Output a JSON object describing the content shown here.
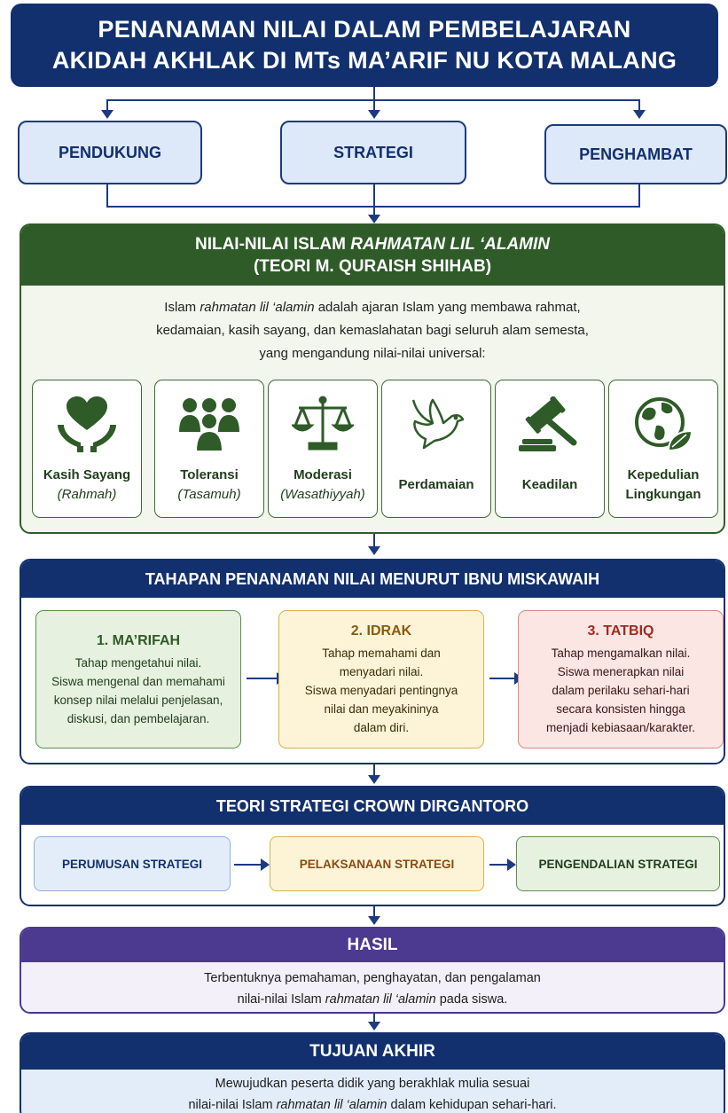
{
  "title": {
    "line1": "PENANAMAN NILAI DALAM PEMBELAJARAN",
    "line2": "AKIDAH AKHLAK DI MTs MA’ARIF NU KOTA MALANG"
  },
  "factors": [
    "PENDUKUNG",
    "STRATEGI",
    "PENGHAMBAT"
  ],
  "islam_values": {
    "title_prefix": "NILAI-NILAI ISLAM ",
    "title_italic": "RAHMATAN LIL ‘ALAMIN",
    "subtitle": "(TEORI M. QURAISH SHIHAB)",
    "desc_part1": "Islam ",
    "desc_italic": "rahmatan lil ‘alamin",
    "desc_part2": " adalah ajaran Islam yang membawa rahmat,",
    "desc_line2": "kedamaian, kasih sayang, dan kemaslahatan bagi seluruh alam semesta,",
    "desc_line3": "yang mengandung nilai-nilai universal:",
    "cards": [
      {
        "icon": "heart-hands-icon",
        "label": "Kasih Sayang",
        "sub": "(Rahmah)"
      },
      {
        "icon": "people-group-icon",
        "label": "Toleransi",
        "sub": "(Tasamuh)"
      },
      {
        "icon": "balance-scale-icon",
        "label": "Moderasi",
        "sub": "(Wasathiyyah)"
      },
      {
        "icon": "dove-icon",
        "label": "Perdamaian",
        "sub": ""
      },
      {
        "icon": "gavel-icon",
        "label": "Keadilan",
        "sub": ""
      },
      {
        "icon": "globe-leaf-icon",
        "label": "Kepedulian",
        "sub": "Lingkungan"
      }
    ]
  },
  "stages": {
    "title": "TAHAPAN PENANAMAN NILAI MENURUT IBNU MISKAWAIH",
    "items": [
      {
        "title": "1. MA’RIFAH",
        "lines": [
          "Tahap mengetahui nilai.",
          "Siswa mengenal dan memahami",
          "konsep nilai melalui penjelasan,",
          "diskusi, dan pembelajaran."
        ]
      },
      {
        "title": "2. IDRAK",
        "lines": [
          "Tahap memahami dan",
          "menyadari nilai.",
          "Siswa menyadari pentingnya",
          "nilai dan meyakininya",
          "dalam diri."
        ]
      },
      {
        "title": "3. TATBIQ",
        "lines": [
          "Tahap mengamalkan nilai.",
          "Siswa menerapkan nilai",
          "dalam perilaku sehari-hari",
          "secara konsisten hingga",
          "menjadi kebiasaan/karakter."
        ]
      }
    ]
  },
  "strategy": {
    "title": "TEORI STRATEGI CROWN DIRGANTORO",
    "items": [
      "PERUMUSAN STRATEGI",
      "PELAKSANAAN STRATEGI",
      "PENGENDALIAN STRATEGI"
    ]
  },
  "hasil": {
    "title": "HASIL",
    "line1": "Terbentuknya pemahaman, penghayatan, dan pengalaman",
    "line2_part1": "nilai-nilai Islam ",
    "line2_italic": "rahmatan lil ‘alamin",
    "line2_part2": " pada siswa."
  },
  "tujuan": {
    "title": "TUJUAN AKHIR",
    "line1": "Mewujudkan peserta didik yang berakhlak mulia sesuai",
    "line2_part1": "nilai-nilai Islam ",
    "line2_italic": "rahmatan lil ‘alamin",
    "line2_part2": " dalam kehidupan sehari-hari."
  },
  "colors": {
    "navy": "#12306e",
    "green": "#2e5b28",
    "purple": "#4b3a8f",
    "stage_green_bg": "#e7f1df",
    "stage_yellow_bg": "#fdf4d8",
    "stage_red_bg": "#fbe6e4"
  }
}
